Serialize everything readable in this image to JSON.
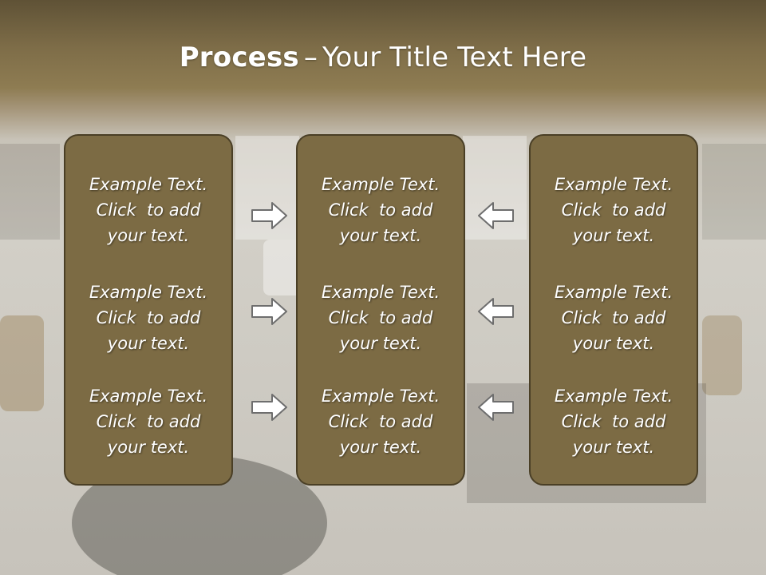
{
  "title": {
    "bold": "Process",
    "separator": "–",
    "rest": "Your Title Text Here"
  },
  "columns": [
    {
      "blocks": [
        {
          "line1": "Example Text.",
          "line2": "Click  to add",
          "line3": "your text."
        },
        {
          "line1": "Example Text.",
          "line2": "Click  to add",
          "line3": "your text."
        },
        {
          "line1": "Example Text.",
          "line2": "Click  to add",
          "line3": "your text."
        }
      ]
    },
    {
      "blocks": [
        {
          "line1": "Example Text.",
          "line2": "Click  to add",
          "line3": "your text."
        },
        {
          "line1": "Example Text.",
          "line2": "Click  to add",
          "line3": "your text."
        },
        {
          "line1": "Example Text.",
          "line2": "Click  to add",
          "line3": "your text."
        }
      ]
    },
    {
      "blocks": [
        {
          "line1": "Example Text.",
          "line2": "Click  to add",
          "line3": "your text."
        },
        {
          "line1": "Example Text.",
          "line2": "Click  to add",
          "line3": "your text."
        },
        {
          "line1": "Example Text.",
          "line2": "Click  to add",
          "line3": "your text."
        }
      ]
    }
  ],
  "arrows": {
    "left_group": "right-arrow-icon",
    "right_group": "left-arrow-icon"
  },
  "colors": {
    "box_fill": "#7c6b44",
    "box_border": "#4a3f26",
    "header_band": "#7e6d48",
    "arrow_fill": "#ffffff",
    "arrow_stroke": "#6e6e6e"
  }
}
